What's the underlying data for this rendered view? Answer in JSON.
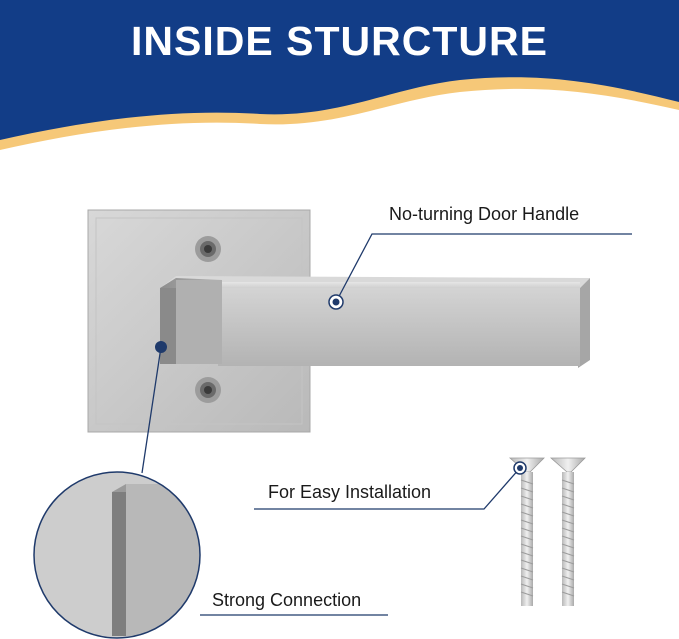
{
  "header": {
    "title": "INSIDE STURCTURE",
    "banner_color": "#123d87",
    "wave_color": "#f6c878"
  },
  "callouts": {
    "handle": "No-turning Door Handle",
    "installation": "For Easy Installation",
    "connection": "Strong Connection"
  },
  "colors": {
    "leader_line": "#1f3a6b",
    "marker": "#1f3a6b",
    "metal": "#c9c9c9"
  }
}
